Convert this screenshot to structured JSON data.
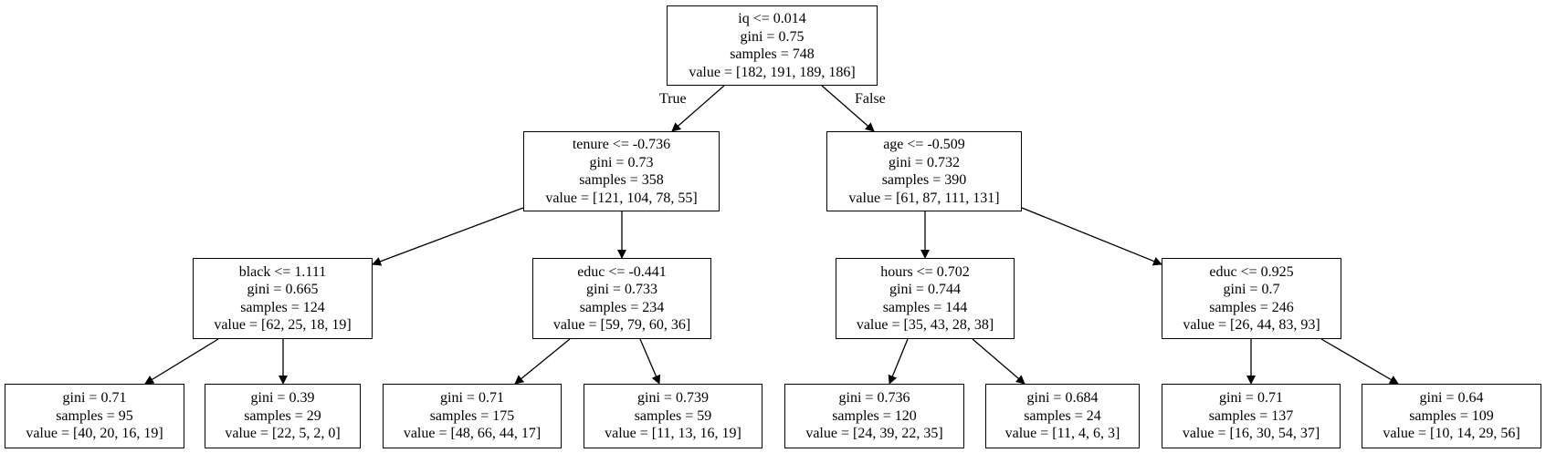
{
  "tree": {
    "edge_labels": {
      "true_label": "True",
      "false_label": "False"
    },
    "nodes": [
      {
        "id": "root",
        "lines": [
          "iq <= 0.014",
          "gini = 0.75",
          "samples = 748",
          "value = [182, 191, 189, 186]"
        ]
      },
      {
        "id": "L",
        "lines": [
          "tenure <= -0.736",
          "gini = 0.73",
          "samples = 358",
          "value = [121, 104, 78, 55]"
        ]
      },
      {
        "id": "R",
        "lines": [
          "age <= -0.509",
          "gini = 0.732",
          "samples = 390",
          "value = [61, 87, 111, 131]"
        ]
      },
      {
        "id": "LL",
        "lines": [
          "black <= 1.111",
          "gini = 0.665",
          "samples = 124",
          "value = [62, 25, 18, 19]"
        ]
      },
      {
        "id": "LR",
        "lines": [
          "educ <= -0.441",
          "gini = 0.733",
          "samples = 234",
          "value = [59, 79, 60, 36]"
        ]
      },
      {
        "id": "RL",
        "lines": [
          "hours <= 0.702",
          "gini = 0.744",
          "samples = 144",
          "value = [35, 43, 28, 38]"
        ]
      },
      {
        "id": "RR",
        "lines": [
          "educ <= 0.925",
          "gini = 0.7",
          "samples = 246",
          "value = [26, 44, 83, 93]"
        ]
      },
      {
        "id": "LLL",
        "lines": [
          "gini = 0.71",
          "samples = 95",
          "value = [40, 20, 16, 19]"
        ]
      },
      {
        "id": "LLR",
        "lines": [
          "gini = 0.39",
          "samples = 29",
          "value = [22, 5, 2, 0]"
        ]
      },
      {
        "id": "LRL",
        "lines": [
          "gini = 0.71",
          "samples = 175",
          "value = [48, 66, 44, 17]"
        ]
      },
      {
        "id": "LRR",
        "lines": [
          "gini = 0.739",
          "samples = 59",
          "value = [11, 13, 16, 19]"
        ]
      },
      {
        "id": "RLL",
        "lines": [
          "gini = 0.736",
          "samples = 120",
          "value = [24, 39, 22, 35]"
        ]
      },
      {
        "id": "RLR",
        "lines": [
          "gini = 0.684",
          "samples = 24",
          "value = [11, 4, 6, 3]"
        ]
      },
      {
        "id": "RRL",
        "lines": [
          "gini = 0.71",
          "samples = 137",
          "value = [16, 30, 54, 37]"
        ]
      },
      {
        "id": "RRR",
        "lines": [
          "gini = 0.64",
          "samples = 109",
          "value = [10, 14, 29, 56]"
        ]
      }
    ],
    "edges": [
      [
        "root",
        "L"
      ],
      [
        "root",
        "R"
      ],
      [
        "L",
        "LL"
      ],
      [
        "L",
        "LR"
      ],
      [
        "R",
        "RL"
      ],
      [
        "R",
        "RR"
      ],
      [
        "LL",
        "LLL"
      ],
      [
        "LL",
        "LLR"
      ],
      [
        "LR",
        "LRL"
      ],
      [
        "LR",
        "LRR"
      ],
      [
        "RL",
        "RLL"
      ],
      [
        "RL",
        "RLR"
      ],
      [
        "RR",
        "RRL"
      ],
      [
        "RR",
        "RRR"
      ]
    ]
  }
}
